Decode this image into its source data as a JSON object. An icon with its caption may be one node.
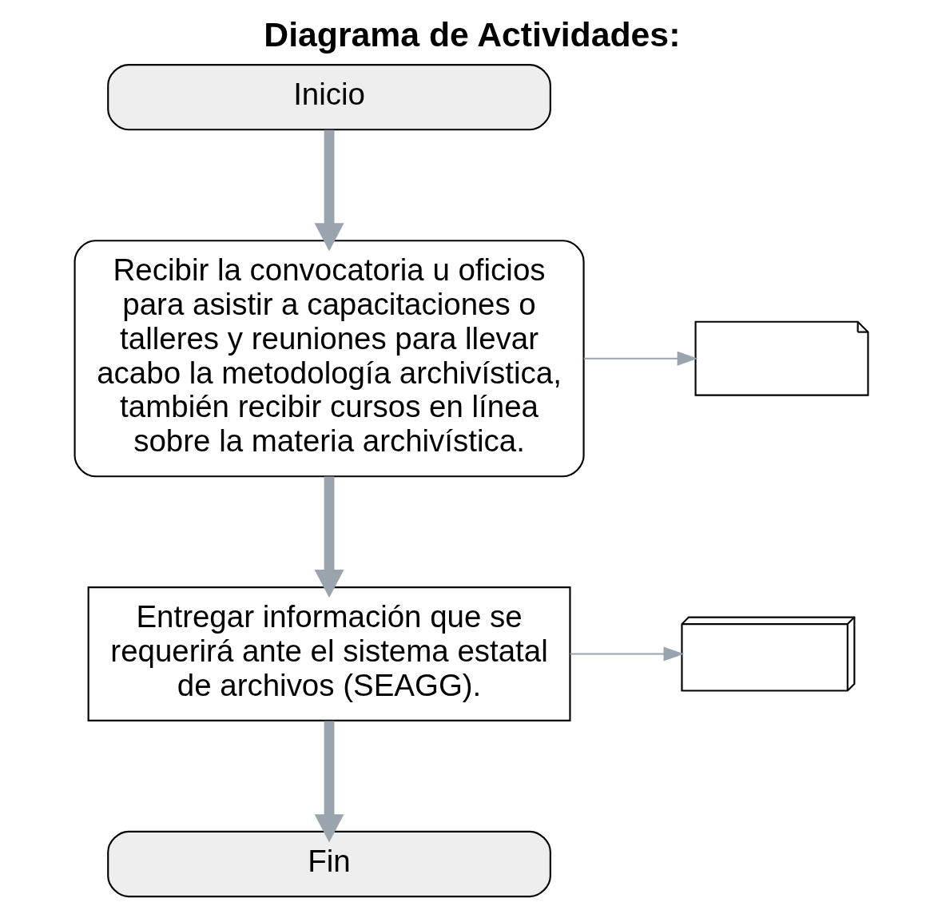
{
  "diagram": {
    "title": "Diagrama de Actividades:",
    "nodes": [
      {
        "text": [
          "Inicio"
        ]
      },
      {
        "text": [
          "Recibir la convocatoria u oficios para asistir a capacitaciones o talleres y reuniones para llevar acabo la metodología archivística, también recibir cursos en línea sobre la materia archivística."
        ]
      },
      {
        "text": [],
        "shape": "document"
      },
      {
        "text": [
          "Entregar información que se requerirá ante el sistema estatal de archivos (SEAGG)."
        ]
      },
      {
        "text": [],
        "shape": "documents"
      },
      {
        "text": [
          "Fin"
        ]
      }
    ],
    "edges": [
      {
        "from": 0,
        "to": 1,
        "arrow": "to"
      },
      {
        "from": 1,
        "to": 2,
        "arrow": "to"
      },
      {
        "from": 1,
        "to": 3,
        "arrow": "to"
      },
      {
        "from": 3,
        "to": 4,
        "arrow": "to"
      },
      {
        "from": 3,
        "to": 5,
        "arrow": "to"
      }
    ]
  }
}
